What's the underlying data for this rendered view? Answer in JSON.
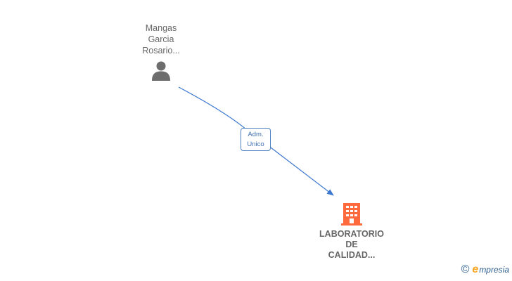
{
  "person": {
    "name_lines": [
      "Mangas",
      "Garcia",
      "Rosario..."
    ],
    "icon": "person-icon",
    "color": "#6d6d6d"
  },
  "relation": {
    "label_lines": [
      "Adm.",
      "Unico"
    ],
    "color": "#3d78d0"
  },
  "company": {
    "name_lines": [
      "LABORATORIO",
      "DE",
      "CALIDAD..."
    ],
    "icon": "building-icon",
    "color": "#ff6a3d"
  },
  "brand": {
    "copyright": "©",
    "initial": "e",
    "rest": "mpresia"
  }
}
